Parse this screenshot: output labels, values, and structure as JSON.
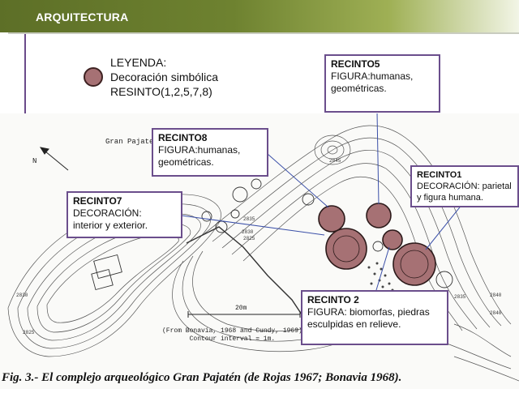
{
  "header": {
    "title": "ARQUITECTURA"
  },
  "legend": {
    "heading": "LEYENDA:",
    "symbol_label": "Decoración simbólica",
    "resinto": "RESINTO(1,2,5,7,8)",
    "marker_color": "#a67174"
  },
  "callouts": {
    "recinto5": {
      "title": "RECINTO5",
      "lines": [
        "FIGURA:humanas,",
        "geométricas."
      ]
    },
    "recinto8": {
      "title": "RECINTO8",
      "lines": [
        "FIGURA:humanas,",
        "geométricas."
      ]
    },
    "recinto1": {
      "title": "RECINTO1",
      "lines": [
        "DECORACIÓN: parietal",
        "y figura humana."
      ]
    },
    "recinto7": {
      "title": "RECINTO7",
      "lines": [
        "DECORACIÓN:",
        "interior y exterior."
      ]
    },
    "recinto2": {
      "title": "RECINTO 2",
      "lines": [
        "FIGURA: biomorfas, piedras",
        "esculpidas en relieve."
      ]
    }
  },
  "map": {
    "place_label": "Gran Pajaten",
    "north_label": "N",
    "scale_label": "20m",
    "source_line1": "(From Bonavia, 1968 and Cundy, 1969)",
    "source_line2": "Contour interval = 1m."
  },
  "caption": "Fig. 3.- El complejo arqueológico Gran Pajatén (de Rojas 1967; Bonavia 1968)."
}
